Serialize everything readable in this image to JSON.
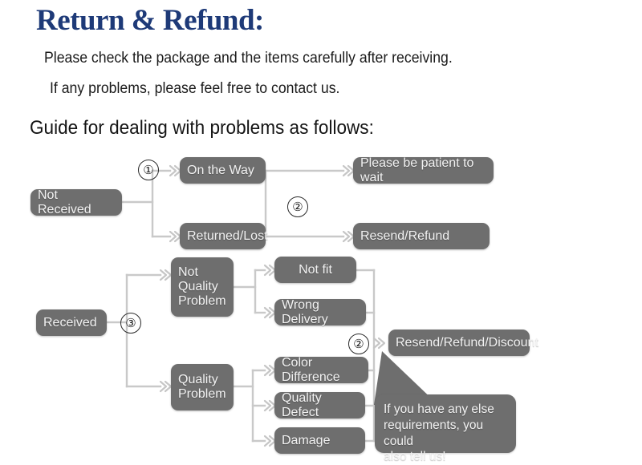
{
  "header": {
    "title": "Return & Refund:",
    "line1": "Please check the package and the items carefully after receiving.",
    "line2": "If any problems, please feel free to contact us.",
    "guide": "Guide for dealing with problems as follows:",
    "title_color": "#1e3a78"
  },
  "flowchart": {
    "node_fill": "#6e6e6e",
    "node_text_color": "#f2f2f2",
    "wire_color": "#c9c9c9",
    "nodes": {
      "not_received": "Not Received",
      "on_the_way": "On the Way",
      "returned_lost": "Returned/Lost",
      "please_wait": "Please be patient to wait",
      "resend_refund": "Resend/Refund",
      "received": "Received",
      "not_quality_problem": "Not\nQuality\nProblem",
      "quality_problem": "Quality\nProblem",
      "not_fit": "Not fit",
      "wrong_delivery": "Wrong Delivery",
      "color_difference": "Color Difference",
      "quality_defect": "Quality Defect",
      "damage": "Damage",
      "resend_refund_discount": "Resend/Refund/Discount"
    },
    "markers": {
      "one": "①",
      "two_top": "②",
      "three": "③",
      "two_bottom": "②"
    },
    "callout": "If you have any else\nrequirements, you could\nalso tell us!"
  }
}
